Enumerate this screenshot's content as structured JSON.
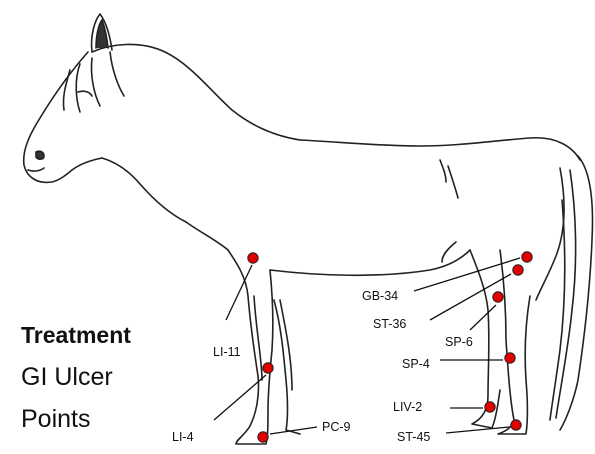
{
  "title": {
    "heading": "Treatment",
    "line2": "GI Ulcer",
    "line3": "Points"
  },
  "point_color": "#e00000",
  "points": [
    {
      "id": "LI-11",
      "label": "LI-11"
    },
    {
      "id": "LI-4",
      "label": "LI-4"
    },
    {
      "id": "PC-9",
      "label": "PC-9"
    },
    {
      "id": "GB-34",
      "label": "GB-34"
    },
    {
      "id": "ST-36",
      "label": "ST-36"
    },
    {
      "id": "SP-6",
      "label": "SP-6"
    },
    {
      "id": "SP-4",
      "label": "SP-4"
    },
    {
      "id": "LIV-2",
      "label": "LIV-2"
    },
    {
      "id": "ST-45",
      "label": "ST-45"
    }
  ]
}
